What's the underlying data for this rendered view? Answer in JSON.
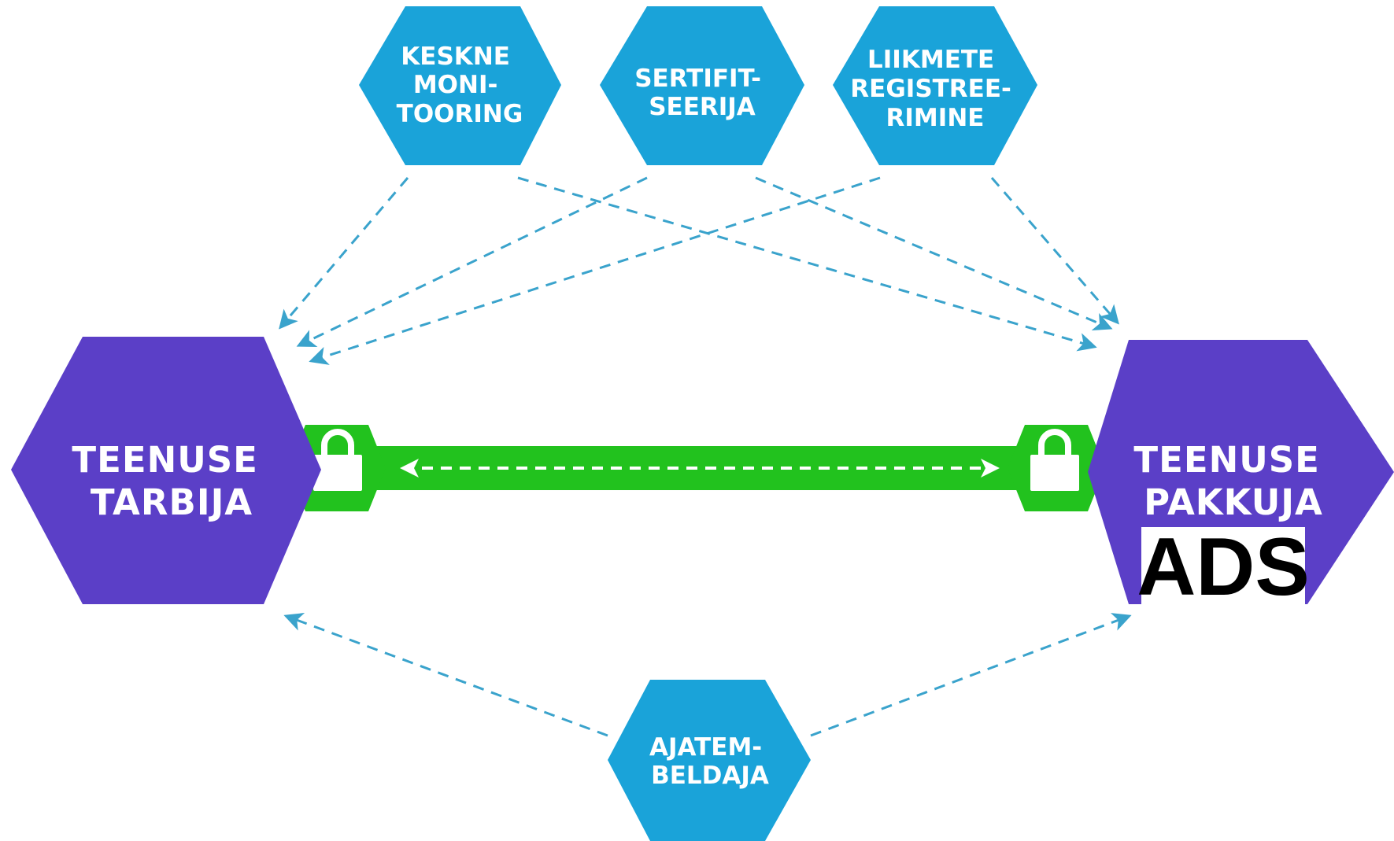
{
  "colors": {
    "background": "#ffffff",
    "service_node": "#5b3fc7",
    "component_node": "#1aa3d9",
    "secure_channel": "#22c21e",
    "dashed_arrow": "#3aa3cc",
    "label_text": "#ffffff"
  },
  "nodes": {
    "keskne_monitooring": {
      "lines": [
        "KESKNE",
        "MONI-",
        "TOORING"
      ]
    },
    "sertifitseerija": {
      "lines": [
        "SERTIFIT-",
        "SEERIJA"
      ]
    },
    "liikmete_registreerimine": {
      "lines": [
        "LIIKMETE",
        "REGISTREE-",
        "RIMINE"
      ]
    },
    "teenuse_tarbija": {
      "lines": [
        "TEENUSE",
        "TARBIJA"
      ]
    },
    "teenuse_pakkuja": {
      "lines": [
        "TEENUSE",
        "PAKKUJA"
      ],
      "tag": "ADS"
    },
    "ajatembeldaja": {
      "lines": [
        "AJATEM-",
        "BELDAJA"
      ]
    }
  },
  "icons": {
    "left_lock": "lock-icon",
    "right_lock": "lock-icon"
  }
}
